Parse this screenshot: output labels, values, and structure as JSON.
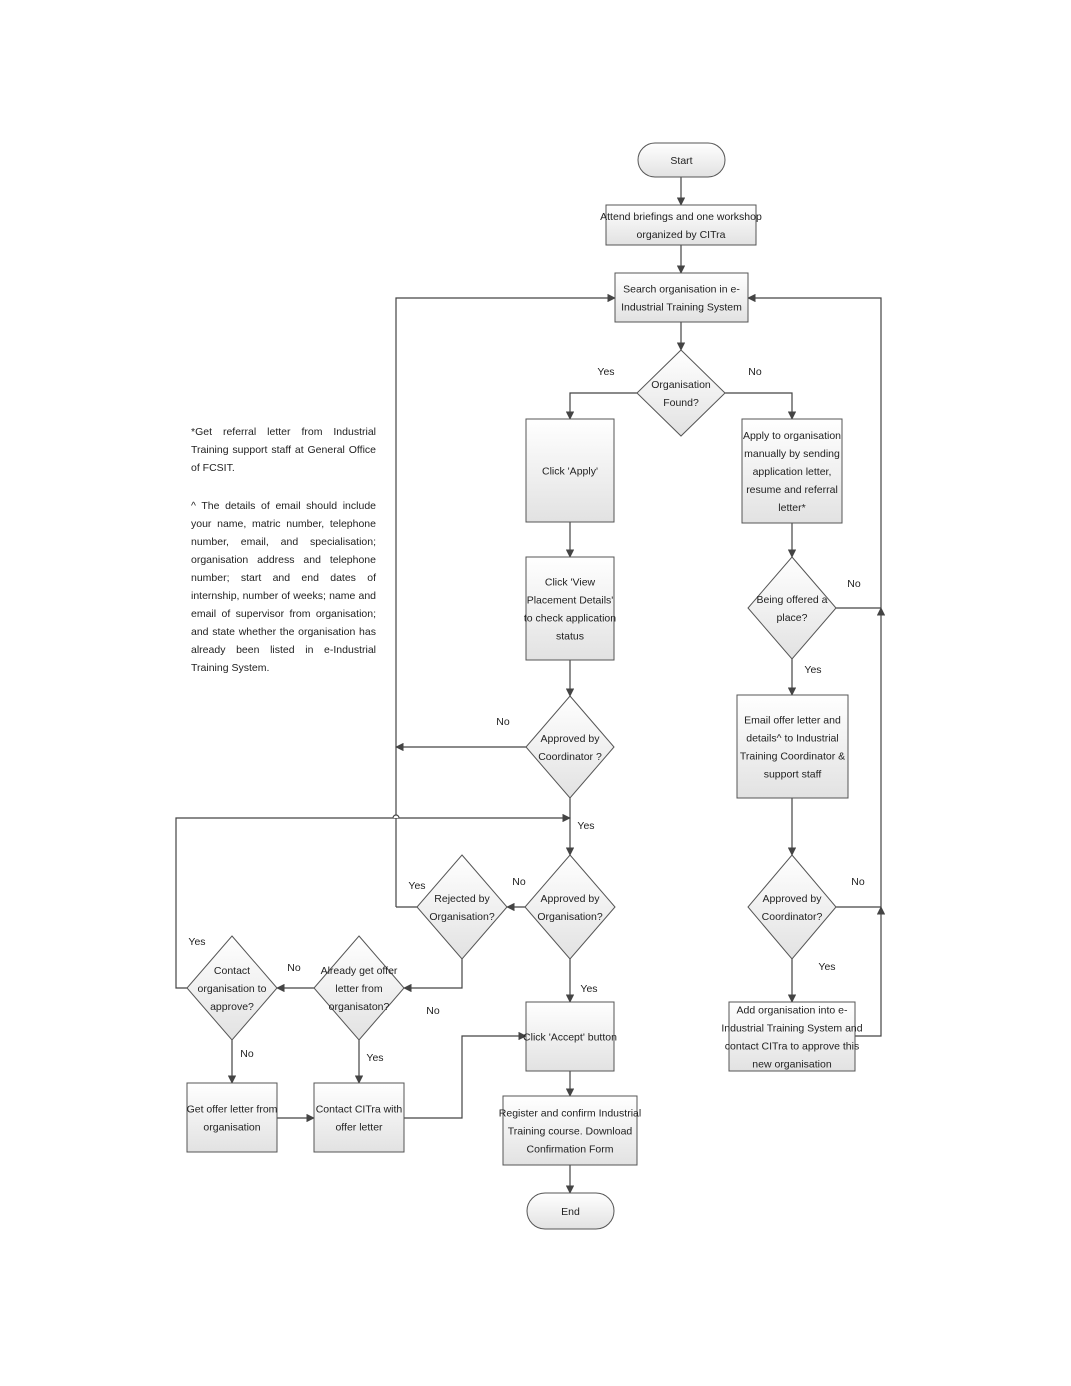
{
  "notes": {
    "referral": "*Get referral letter from Industrial Training support staff at General Office of FCSIT.",
    "email_details": "^ The details of email should include your name, matric number, telephone number, email, and specialisation; organisation address and telephone number; start and end dates of internship, number of weeks; name and email of supervisor from organisation; and state whether the organisation has already been listed in e-Industrial Training System."
  },
  "nodes": {
    "start": [
      "Start"
    ],
    "briefing": [
      "Attend briefings and one workshop",
      "organized by CITra"
    ],
    "search": [
      "Search organisation in e-",
      "Industrial Training System"
    ],
    "org_found": [
      "Organisation",
      "Found?"
    ],
    "click_apply": [
      "Click 'Apply'"
    ],
    "view_placement": [
      "Click 'View",
      "Placement Details'",
      "to check application",
      "status"
    ],
    "approved_coord_left": [
      "Approved by",
      "Coordinator ?"
    ],
    "approved_org": [
      "Approved by",
      "Organisation?"
    ],
    "rejected_org": [
      "Rejected by",
      "Organisation?"
    ],
    "already_offer": [
      "Already get offer",
      "letter from",
      "organisaton?"
    ],
    "contact_org": [
      "Contact",
      "organisation to",
      "approve?"
    ],
    "get_offer": [
      "Get offer letter from",
      "organisation"
    ],
    "contact_citra": [
      "Contact CITra with",
      "offer letter"
    ],
    "click_accept": [
      "Click 'Accept' button"
    ],
    "register": [
      "Register and confirm Industrial",
      "Training course. Download",
      "Confirmation Form"
    ],
    "end": [
      "End"
    ],
    "apply_manual": [
      "Apply to organisation",
      "manually by sending",
      "application letter,",
      "resume and referral",
      "letter*"
    ],
    "offered_place": [
      "Being offered a",
      "place?"
    ],
    "email_offer": [
      "Email offer letter and",
      "details^ to Industrial",
      "Training Coordinator &",
      "support staff"
    ],
    "approved_coord_right": [
      "Approved by",
      "Coordinator?"
    ],
    "add_org": [
      "Add organisation into e-",
      "Industrial Training System and",
      "contact CITra to approve this",
      "new organisation"
    ]
  },
  "edge_labels": {
    "found_yes": "Yes",
    "found_no": "No",
    "coord_left_no": "No",
    "coord_left_yes": "Yes",
    "approved_org_no": "No",
    "approved_org_yes": "Yes",
    "rejected_yes": "Yes",
    "rejected_no": "No",
    "already_no": "No",
    "already_yes": "Yes",
    "contact_yes": "Yes",
    "contact_no": "No",
    "offered_no": "No",
    "offered_yes": "Yes",
    "coord_right_no": "No",
    "coord_right_yes": "Yes"
  },
  "colors": {
    "box_fill_top": "#ffffff",
    "box_fill_bottom": "#e2e2e2",
    "stroke": "#555555",
    "arrow": "#444444"
  }
}
